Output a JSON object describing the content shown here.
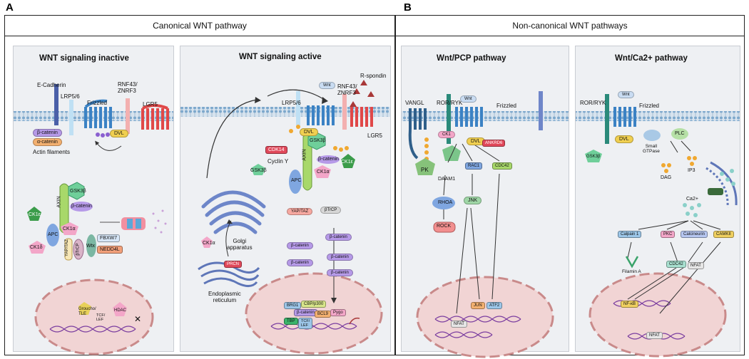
{
  "panels": {
    "a": "A",
    "b": "B"
  },
  "canonical": {
    "header": "Canonical WNT pathway",
    "inactive": {
      "title": "WNT signaling inactive",
      "ecad": "E-Cadherin",
      "lrp": "LRP5/6",
      "frizzled": "Frizzled",
      "rnf": "RNF43/\nZNRF3",
      "lgr5": "LGR5",
      "dvl": "DVL",
      "bcat": "β-catenin",
      "acat": "α-catenin",
      "actin": "Actin filaments",
      "gsk": "GSK3β",
      "axin": "AXIN",
      "bcat2": "β-catenin",
      "ck1a": "CK1α",
      "ck1e": "CK1ε",
      "ck1d": "CK1δ",
      "apc": "APC",
      "yap": "YAP/TAZ",
      "btrcp": "βTrCP",
      "wtx": "Wtx",
      "fbxw7": "FBXW7",
      "nedd": "NEDD4L",
      "groucho": "Groucho/\nTLE",
      "tcf": "TCF/\nLEF",
      "hdac": "HDAC"
    },
    "active": {
      "title": "WNT signaling active",
      "lrp": "LRP5/6",
      "rnf": "RNF43/\nZNRF3",
      "rspo": "R-spondin",
      "lgr5": "LGR5",
      "wnt": "Wnt",
      "dvl": "DVL",
      "gsk": "GSK3β",
      "axin": "AXIN",
      "bcat": "β-catenin",
      "ck1a": "CK1α",
      "ck1e": "CK1ε",
      "apc": "APC",
      "cdk": "CDK14",
      "cyclin": "Cyclin Y",
      "gsk_free": "GSK3β",
      "ck1a_free": "CK1α",
      "yap": "YAP/TAZ",
      "btrcp": "βTrCP",
      "golgi": "Golgi\napparatus",
      "er": "Endoplasmic\nreticulum",
      "porcn": "PRCN",
      "bcats": [
        "β-catenin",
        "β-catenin",
        "β-catenin",
        "β-catenin",
        "β-catenin"
      ],
      "brg": "BRG1",
      "cbp": "CBP/p300",
      "bcl9": "BCL9",
      "pygo": "Pygo",
      "bcat_n": "β-catenin",
      "tbp": "TBP",
      "tcf": "TCF/\nLEF"
    }
  },
  "noncanonical": {
    "header": "Non-canonical WNT pathways",
    "pcp": {
      "title": "Wnt/PCP pathway",
      "vangl": "VANGL",
      "ror": "ROR/RYK",
      "frizzled": "Frizzled",
      "wnt": "Wnt",
      "ck1": "CK1",
      "pk": "PK",
      "dvl": "DVL",
      "ankrd6": "ANKRD6",
      "daam": "DAAM1",
      "rac": "RAC1",
      "cdc": "CDC42",
      "rhoa": "RHOA",
      "jnk": "JNK",
      "rock": "ROCK",
      "jun": "JUN",
      "atf": "ATF2",
      "nfat": "NFAT"
    },
    "ca": {
      "title": "Wnt/Ca2+ pathway",
      "ror": "ROR/RYK",
      "frizzled": "Frizzled",
      "wnt": "Wnt",
      "dvl": "DVL",
      "gtpase": "Small\nGTPase",
      "plc": "PLC",
      "gsk": "GSK3β",
      "dag": "DAG",
      "ip3": "IP3",
      "ca": "Ca2+",
      "calpain": "Calpain 1",
      "pkc": "PKC",
      "calcineurin": "Calcineurin",
      "camkii": "CAMKII",
      "filamin": "Filamin A",
      "cdc": "CDC42",
      "nfat1": "NFAT",
      "nfkb": "NF-κB",
      "nfat2": "NFAT"
    }
  },
  "colors": {
    "frizzled": "#3b82c4",
    "lgr5": "#e04848",
    "gsk": "#6fcf9a",
    "axin": "#a8d86a",
    "bcat": "#b69ae8",
    "ck1a": "#f3a6c8",
    "ck1e": "#3b9c4a",
    "apc": "#7fa6e0",
    "dvl": "#f0cf50",
    "nucleus": "#f1d4d4",
    "membrane": "#8db6d6",
    "phospho": "#f0a830"
  }
}
